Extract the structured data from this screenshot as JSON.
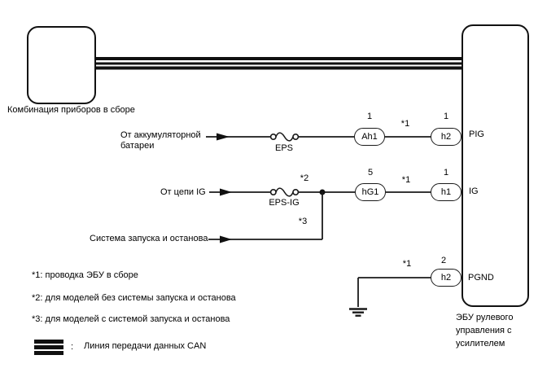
{
  "colors": {
    "wire": "#1a1a1a",
    "text": "#000000",
    "background": "#ffffff"
  },
  "instrument_cluster": {
    "label": "Комбинация приборов в сборе"
  },
  "ecu": {
    "label_lines": [
      "ЭБУ рулевого",
      "управления с",
      "усилителем"
    ],
    "pins": {
      "pig": "PIG",
      "ig": "IG",
      "pgnd": "PGND"
    }
  },
  "rows": {
    "battery": {
      "source_line1": "От аккумуляторной",
      "source_line2": "батареи",
      "fuse": "EPS",
      "pin1": "1",
      "connector1": "Ah1",
      "wire_note": "*1",
      "pin2": "1",
      "connector2": "h2"
    },
    "ig": {
      "source": "От цепи IG",
      "fuse": "EPS-IG",
      "branch_note": "*2",
      "pin1": "5",
      "connector1": "hG1",
      "wire_note": "*1",
      "pin2": "1",
      "connector2": "h1"
    },
    "start_stop": {
      "source": "Система запуска и останова",
      "branch_note": "*3"
    },
    "ground": {
      "wire_note": "*1",
      "pin": "2",
      "connector": "h2"
    }
  },
  "notes": [
    "*1: проводка ЭБУ в сборе",
    "*2: для моделей без системы запуска и останова",
    "*3: для моделей с системой запуска и останова"
  ],
  "legend": {
    "separator": ":",
    "label": "Линия передачи данных CAN"
  }
}
